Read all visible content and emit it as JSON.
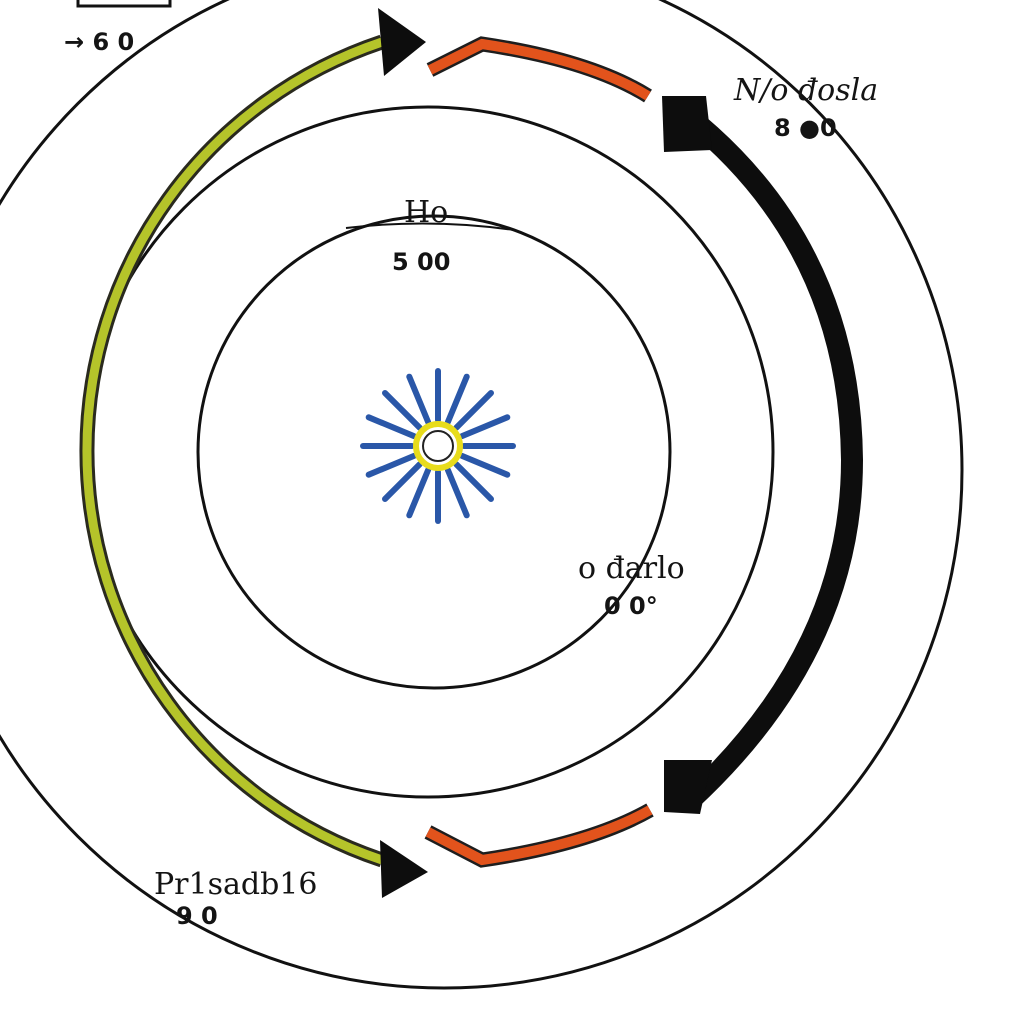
{
  "diagram": {
    "colors": {
      "background": "#ffffff",
      "line": "#111111",
      "outer_arc": "#b5c42a",
      "outer_arc_edge": "#2a2a1e",
      "accent_arc": "#e2531c",
      "dark_arc": "#0d0d0d",
      "sun_rays": "#2a57a8",
      "sun_ring": "#e8dc1c"
    },
    "center_icon": "sun-icon",
    "labels": {
      "top_left": {
        "title": "",
        "value": "→ 6 0"
      },
      "top_center": {
        "title": "Ho",
        "value": "5 00"
      },
      "top_right": {
        "title": "N/o đosla",
        "value": "8 ●0"
      },
      "mid_right": {
        "title": "o đarlo",
        "value": "0 0°"
      },
      "bottom_left": {
        "title": "Pr1sadb16",
        "value": "9 0"
      }
    }
  }
}
